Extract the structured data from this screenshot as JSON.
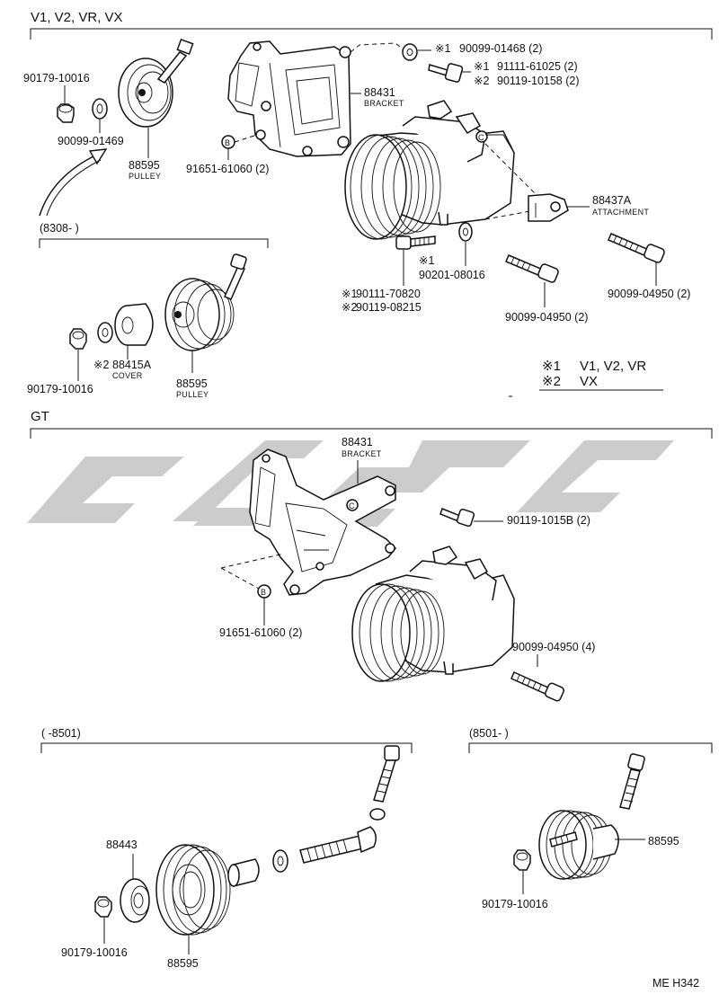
{
  "page": {
    "section_v": "V1, V2, VR, VX",
    "section_gt": "GT",
    "sub_8308": "(8308-         )",
    "sub_8501_before": "(        -8501)",
    "sub_8501_after": "(8501-         )",
    "page_code": "ME H342",
    "watermark_color": "#cccccc"
  },
  "labels": {
    "p90179_a": "90179-10016",
    "p90099_01469": "90099-01469",
    "p88595_a": "88595",
    "pulley_a": "PULLEY",
    "p88431_a": "88431",
    "bracket_a": "BRACKET",
    "p91651_a": "91651-61060 (2)",
    "p90099_01468": "90099-01468 (2)",
    "p91111": "91111-61025 (2)",
    "p90119_10158_a": "90119-10158 (2)",
    "p88437a": "88437A",
    "attachment": "ATTACHMENT",
    "p90201": "90201-08016",
    "p90111": "90111-70820",
    "p90119_08215": "90119-08215",
    "p90099_04950_a": "90099-04950 (2)",
    "p90099_04950_b": "90099-04950 (2)",
    "p90179_b": "90179-10016",
    "p88415a": "88415A",
    "cover": "COVER",
    "p88595_b": "88595",
    "pulley_b": "PULLEY",
    "legend_1": "V1, V2, VR",
    "legend_2": "VX",
    "p88431_gt": "88431",
    "bracket_gt": "BRACKET",
    "p90119_gt": "90119-1015B (2)",
    "p91651_gt": "91651-61060 (2)",
    "p90099_gt": "90099-04950 (4)",
    "p88443": "88443",
    "p90179_c": "90179-10016",
    "p88595_c": "88595",
    "p88595_d": "88595",
    "p90179_d": "90179-10016"
  },
  "marks": {
    "note1": "※1",
    "note2": "※2",
    "legend_note1": "※1",
    "legend_note2": "※2",
    "circle_b": "B",
    "circle_c": "C"
  }
}
